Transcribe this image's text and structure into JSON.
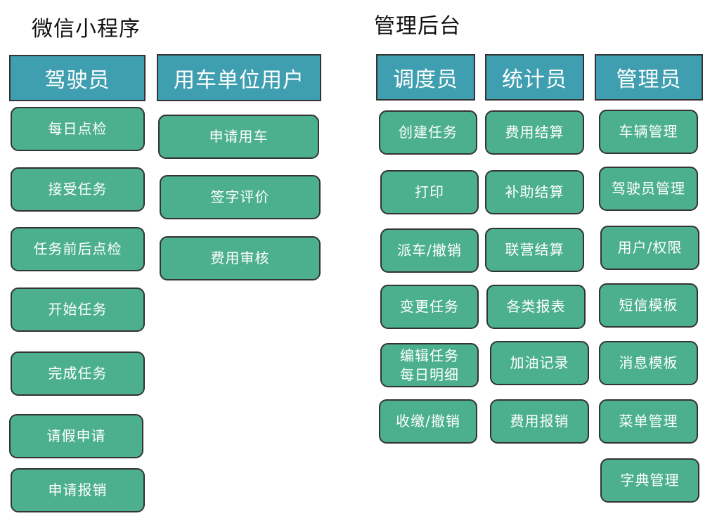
{
  "sections": {
    "miniprogram": "微信小程序",
    "admin": "管理后台"
  },
  "roles": {
    "driver": {
      "title": "驾驶员",
      "items": [
        "每日点检",
        "接受任务",
        "任务前后点检",
        "开始任务",
        "完成任务",
        "请假申请",
        "申请报销"
      ]
    },
    "unit_user": {
      "title": "用车单位用户",
      "items": [
        "申请用车",
        "签字评价",
        "费用审核"
      ]
    },
    "dispatcher": {
      "title": "调度员",
      "items": [
        "创建任务",
        "打印",
        "派车/撤销",
        "变更任务",
        "编辑任务每日明细",
        "收缴/撤销"
      ]
    },
    "statistician": {
      "title": "统计员",
      "items": [
        "费用结算",
        "补助结算",
        "联营结算",
        "各类报表",
        "加油记录",
        "费用报销"
      ]
    },
    "administrator": {
      "title": "管理员",
      "items": [
        "车辆管理",
        "驾驶员管理",
        "用户/权限",
        "短信模板",
        "消息模板",
        "菜单管理",
        "字典管理"
      ]
    }
  },
  "colors": {
    "role_header": "#3f9fb0",
    "function_box": "#4cb08f",
    "border": "#333333"
  }
}
